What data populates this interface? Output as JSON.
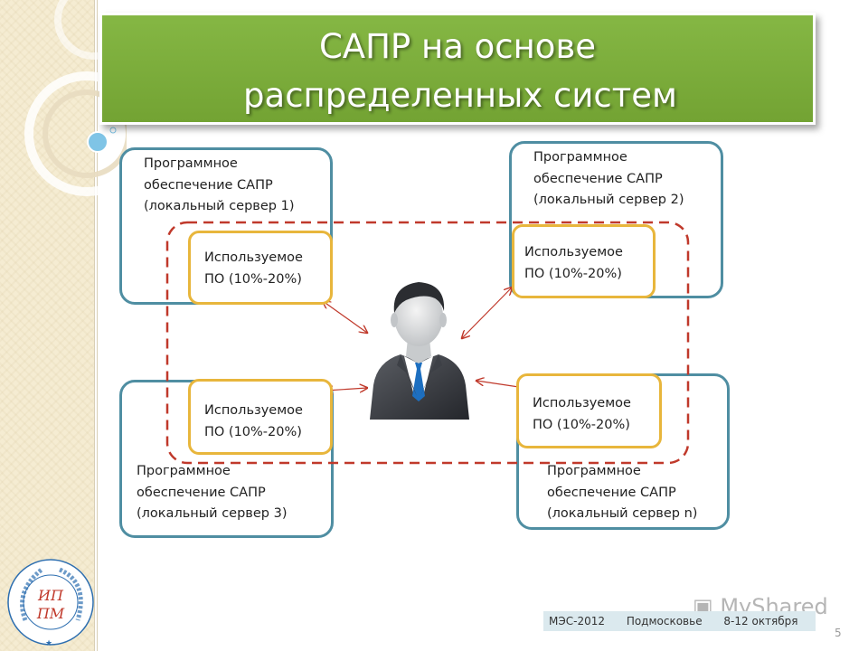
{
  "title": {
    "line1": "САПР на основе",
    "line2": "распределенных систем"
  },
  "servers": [
    {
      "line1": "Программное",
      "line2": "обеспечение САПР",
      "line3": "(локальный сервер 1)"
    },
    {
      "line1": "Программное",
      "line2": "обеспечение САПР",
      "line3": "(локальный сервер 2)"
    },
    {
      "line1": "Программное",
      "line2": "обеспечение САПР",
      "line3": "(локальный сервер 3)"
    },
    {
      "line1": "Программное",
      "line2": "обеспечение САПР",
      "line3": "(локальный сервер n)"
    }
  ],
  "used_software": {
    "line1": "Используемое",
    "line2": "ПО (10%-20%)"
  },
  "footer": {
    "conference": "МЭС-2012",
    "place": "Подмосковье",
    "dates": "8-12 октября"
  },
  "page_number": "5",
  "watermark": "MyShared",
  "logo": {
    "ring_text": "Российская академия наук",
    "letters_top": "ИП",
    "letters_bottom": "ПМ"
  },
  "colors": {
    "title_bg": "#7aab3a",
    "server_border": "#4f8ea2",
    "software_border": "#e8b63c",
    "dashed_border": "#c0392b"
  }
}
